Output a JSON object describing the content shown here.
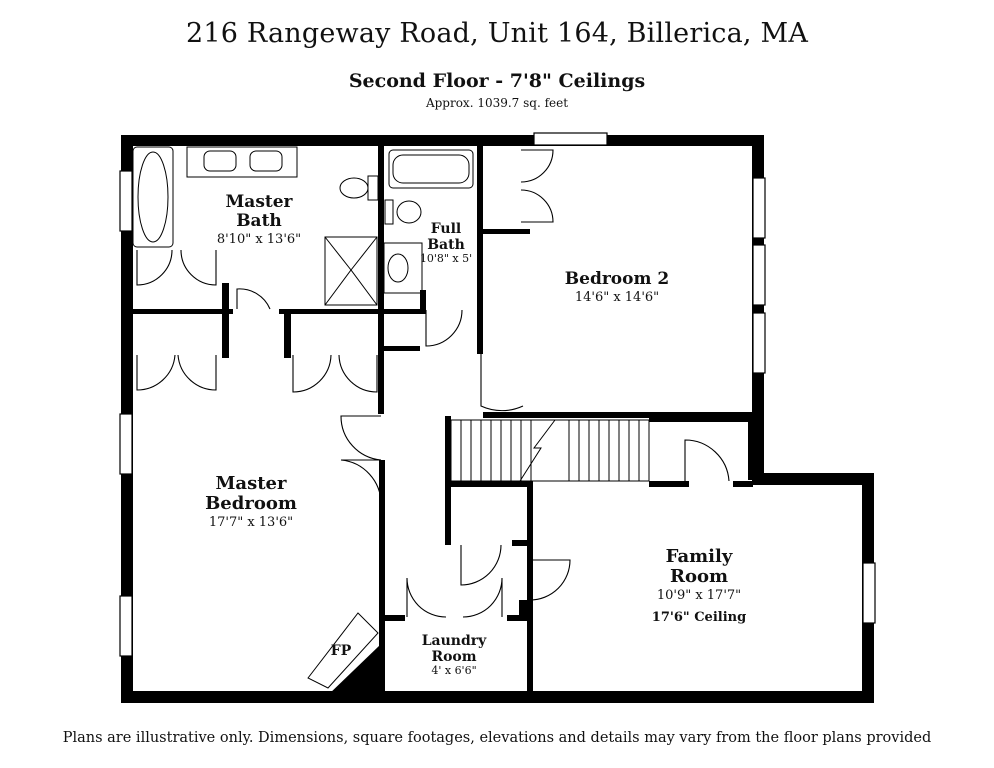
{
  "header": {
    "address": "216 Rangeway Road, Unit 164, Billerica, MA",
    "floor_title": "Second Floor - 7'8\" Ceilings",
    "area": "Approx. 1039.7 sq. feet"
  },
  "rooms": {
    "master_bath": {
      "name_line1": "Master",
      "name_line2": "Bath",
      "dims": "8'10\" x 13'6\""
    },
    "full_bath": {
      "name_line1": "Full",
      "name_line2": "Bath",
      "dims": "10'8\" x 5'"
    },
    "bedroom2": {
      "name": "Bedroom 2",
      "dims": "14'6\" x 14'6\""
    },
    "master_bedroom": {
      "name_line1": "Master",
      "name_line2": "Bedroom",
      "dims": "17'7\" x 13'6\""
    },
    "family_room": {
      "name_line1": "Family",
      "name_line2": "Room",
      "dims": "10'9\" x 17'7\"",
      "note": "17'6\" Ceiling"
    },
    "laundry_room": {
      "name_line1": "Laundry",
      "name_line2": "Room",
      "dims": "4' x 6'6\""
    },
    "fireplace": {
      "label": "FP"
    }
  },
  "footer": {
    "disclaimer": "Plans are illustrative only. Dimensions, square footages, elevations and details may vary from the floor plans provided"
  }
}
